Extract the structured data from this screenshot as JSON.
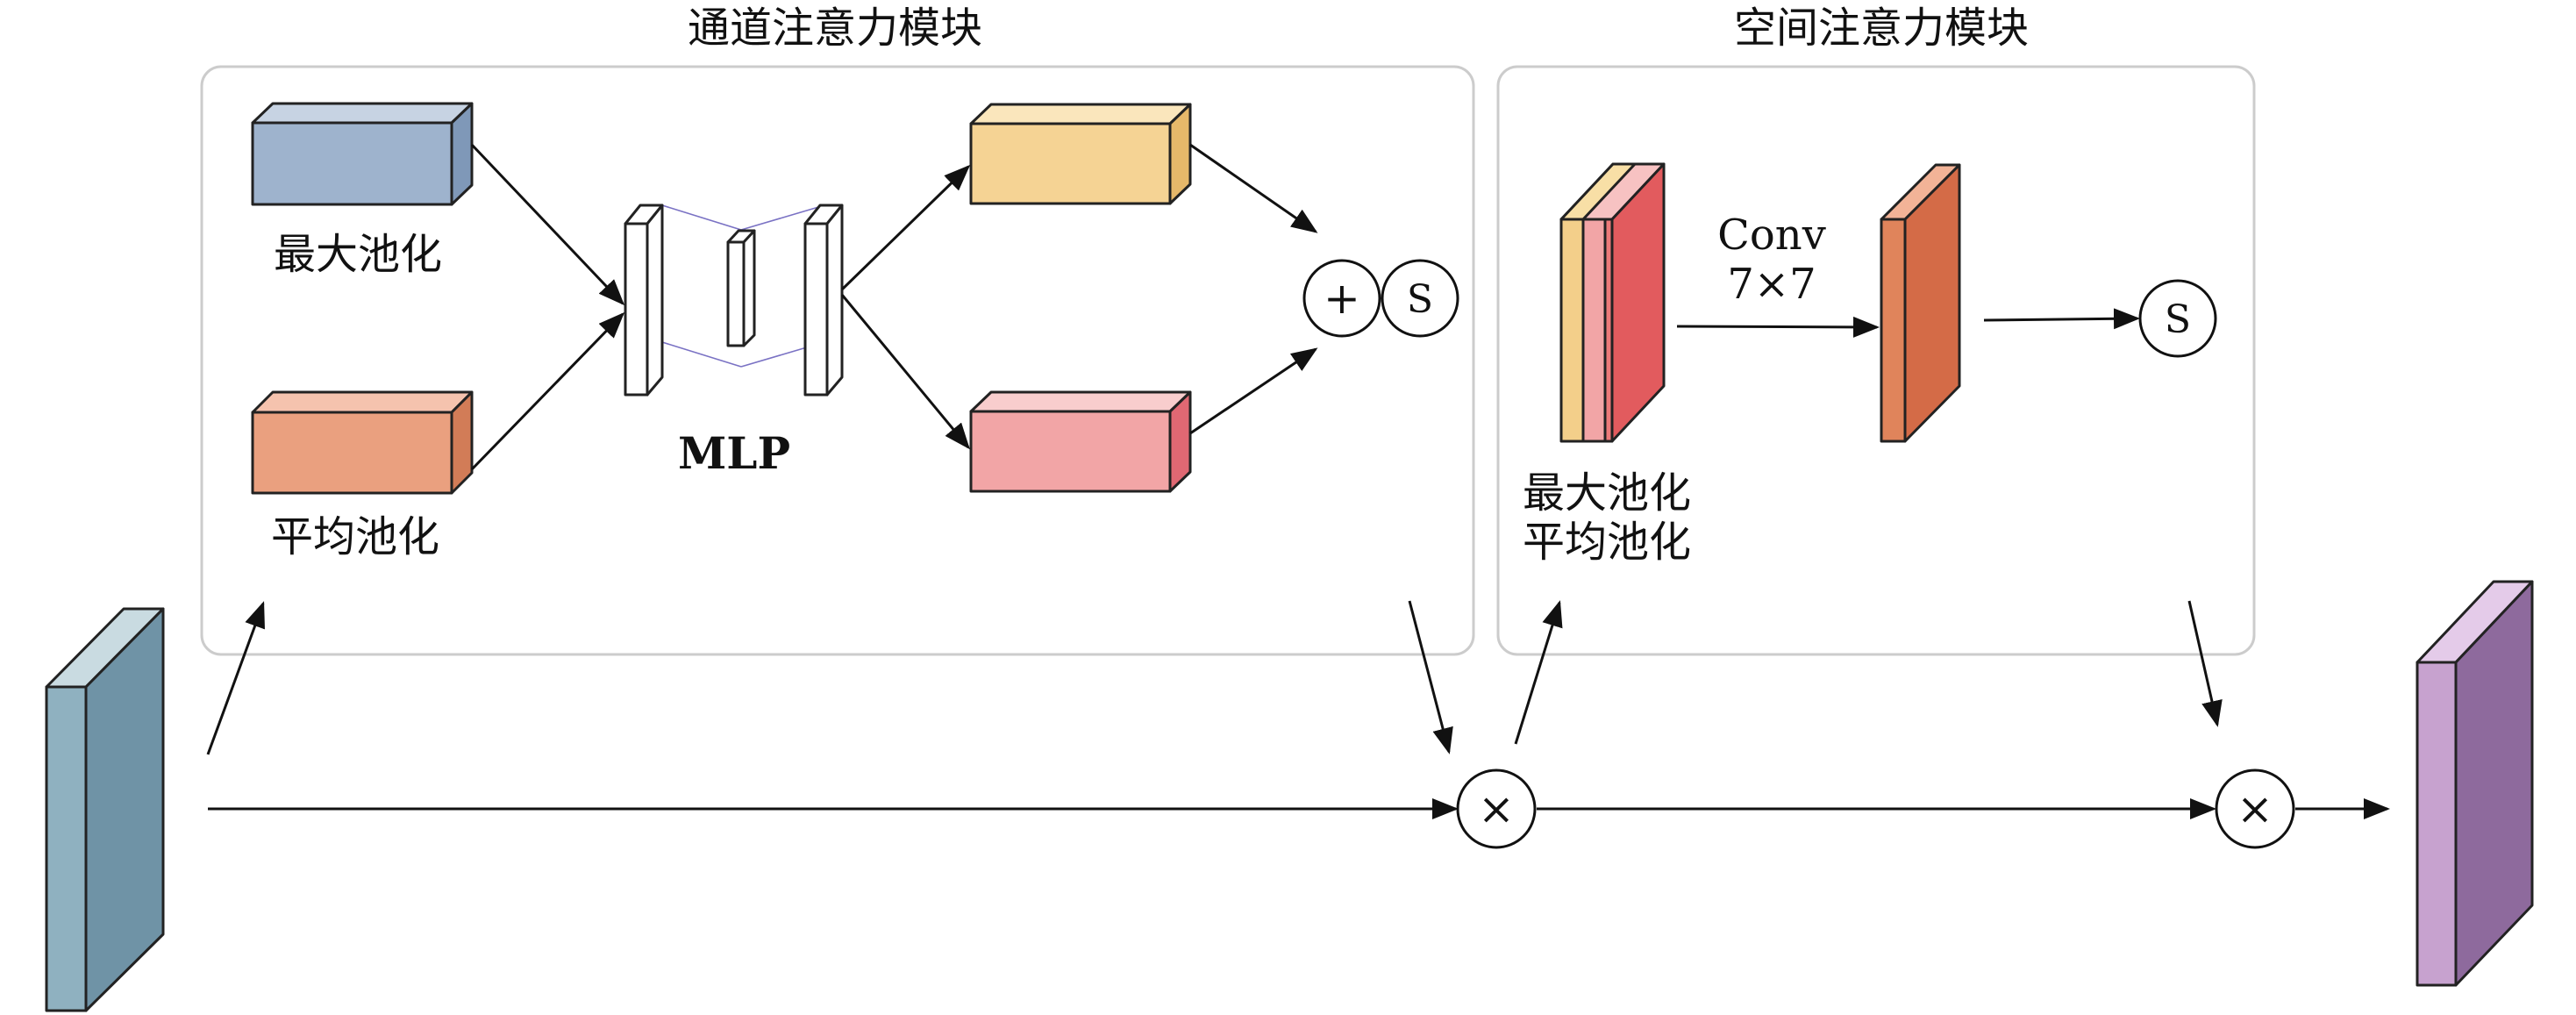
{
  "modules": {
    "channel": {
      "title": "通道注意力模块"
    },
    "spatial": {
      "title": "空间注意力模块"
    }
  },
  "labels": {
    "max_pool": "最大池化",
    "avg_pool": "平均池化",
    "mlp": "MLP",
    "conv_line1": "Conv",
    "conv_line2": "7×7",
    "spatial_pool_line1": "最大池化",
    "spatial_pool_line2": "平均池化"
  },
  "operators": {
    "add": "+",
    "sigmoid": "S",
    "multiply": "×"
  },
  "colors": {
    "input_feature": "#8fb1c0",
    "output_feature": "#a57fb0",
    "max_pool_block": "#9eb3cd",
    "avg_pool_block": "#eaa07f",
    "mlp_out_top": "#f5d394",
    "mlp_out_bottom": "#f2a5a6",
    "spatial_map_front": "#ec7a79",
    "conv_output": "#e0845b",
    "module_border": "#cccccc"
  }
}
